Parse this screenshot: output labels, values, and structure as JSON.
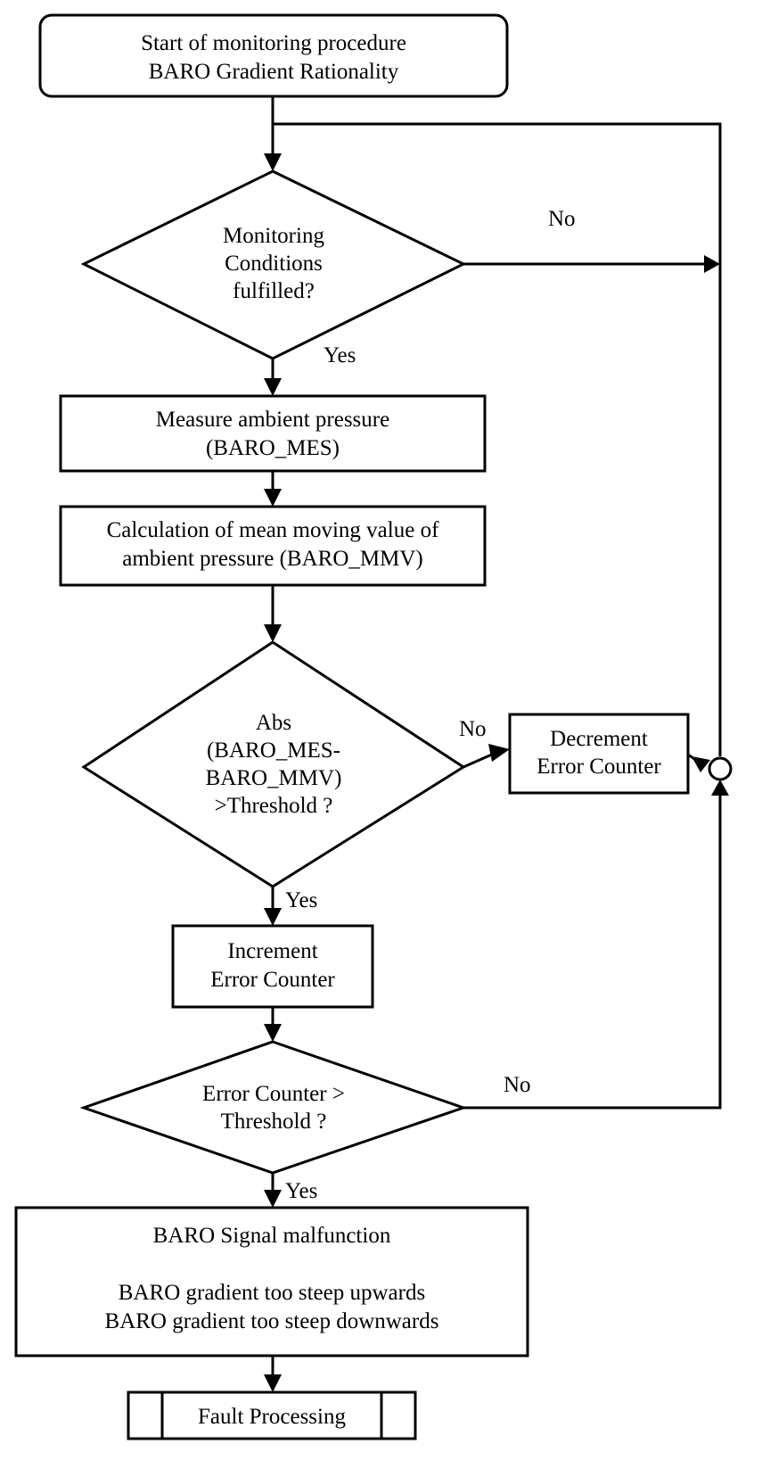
{
  "start": {
    "lines": [
      "Start of monitoring procedure",
      "BARO Gradient Rationality"
    ]
  },
  "decision_conditions": {
    "lines": [
      "Monitoring",
      "Conditions",
      "fulfilled?"
    ],
    "yes_label": "Yes",
    "no_label": "No"
  },
  "measure": {
    "lines": [
      "Measure ambient pressure",
      "(BARO_MES)"
    ]
  },
  "calculation": {
    "lines": [
      "Calculation of mean moving value of",
      "ambient pressure (BARO_MMV)"
    ]
  },
  "decision_threshold": {
    "lines": [
      "Abs",
      "(BARO_MES-",
      "BARO_MMV)",
      ">Threshold ?"
    ],
    "yes_label": "Yes",
    "no_label": "No"
  },
  "decrement": {
    "lines": [
      "Decrement",
      "Error Counter"
    ]
  },
  "increment": {
    "lines": [
      "Increment",
      "Error Counter"
    ]
  },
  "decision_counter": {
    "lines": [
      "Error Counter >",
      "Threshold ?"
    ],
    "yes_label": "Yes",
    "no_label": "No"
  },
  "malfunction": {
    "lines": [
      "BARO Signal malfunction",
      "",
      "BARO gradient too steep upwards",
      "BARO gradient too steep downwards"
    ]
  },
  "fault": {
    "label": "Fault Processing"
  }
}
